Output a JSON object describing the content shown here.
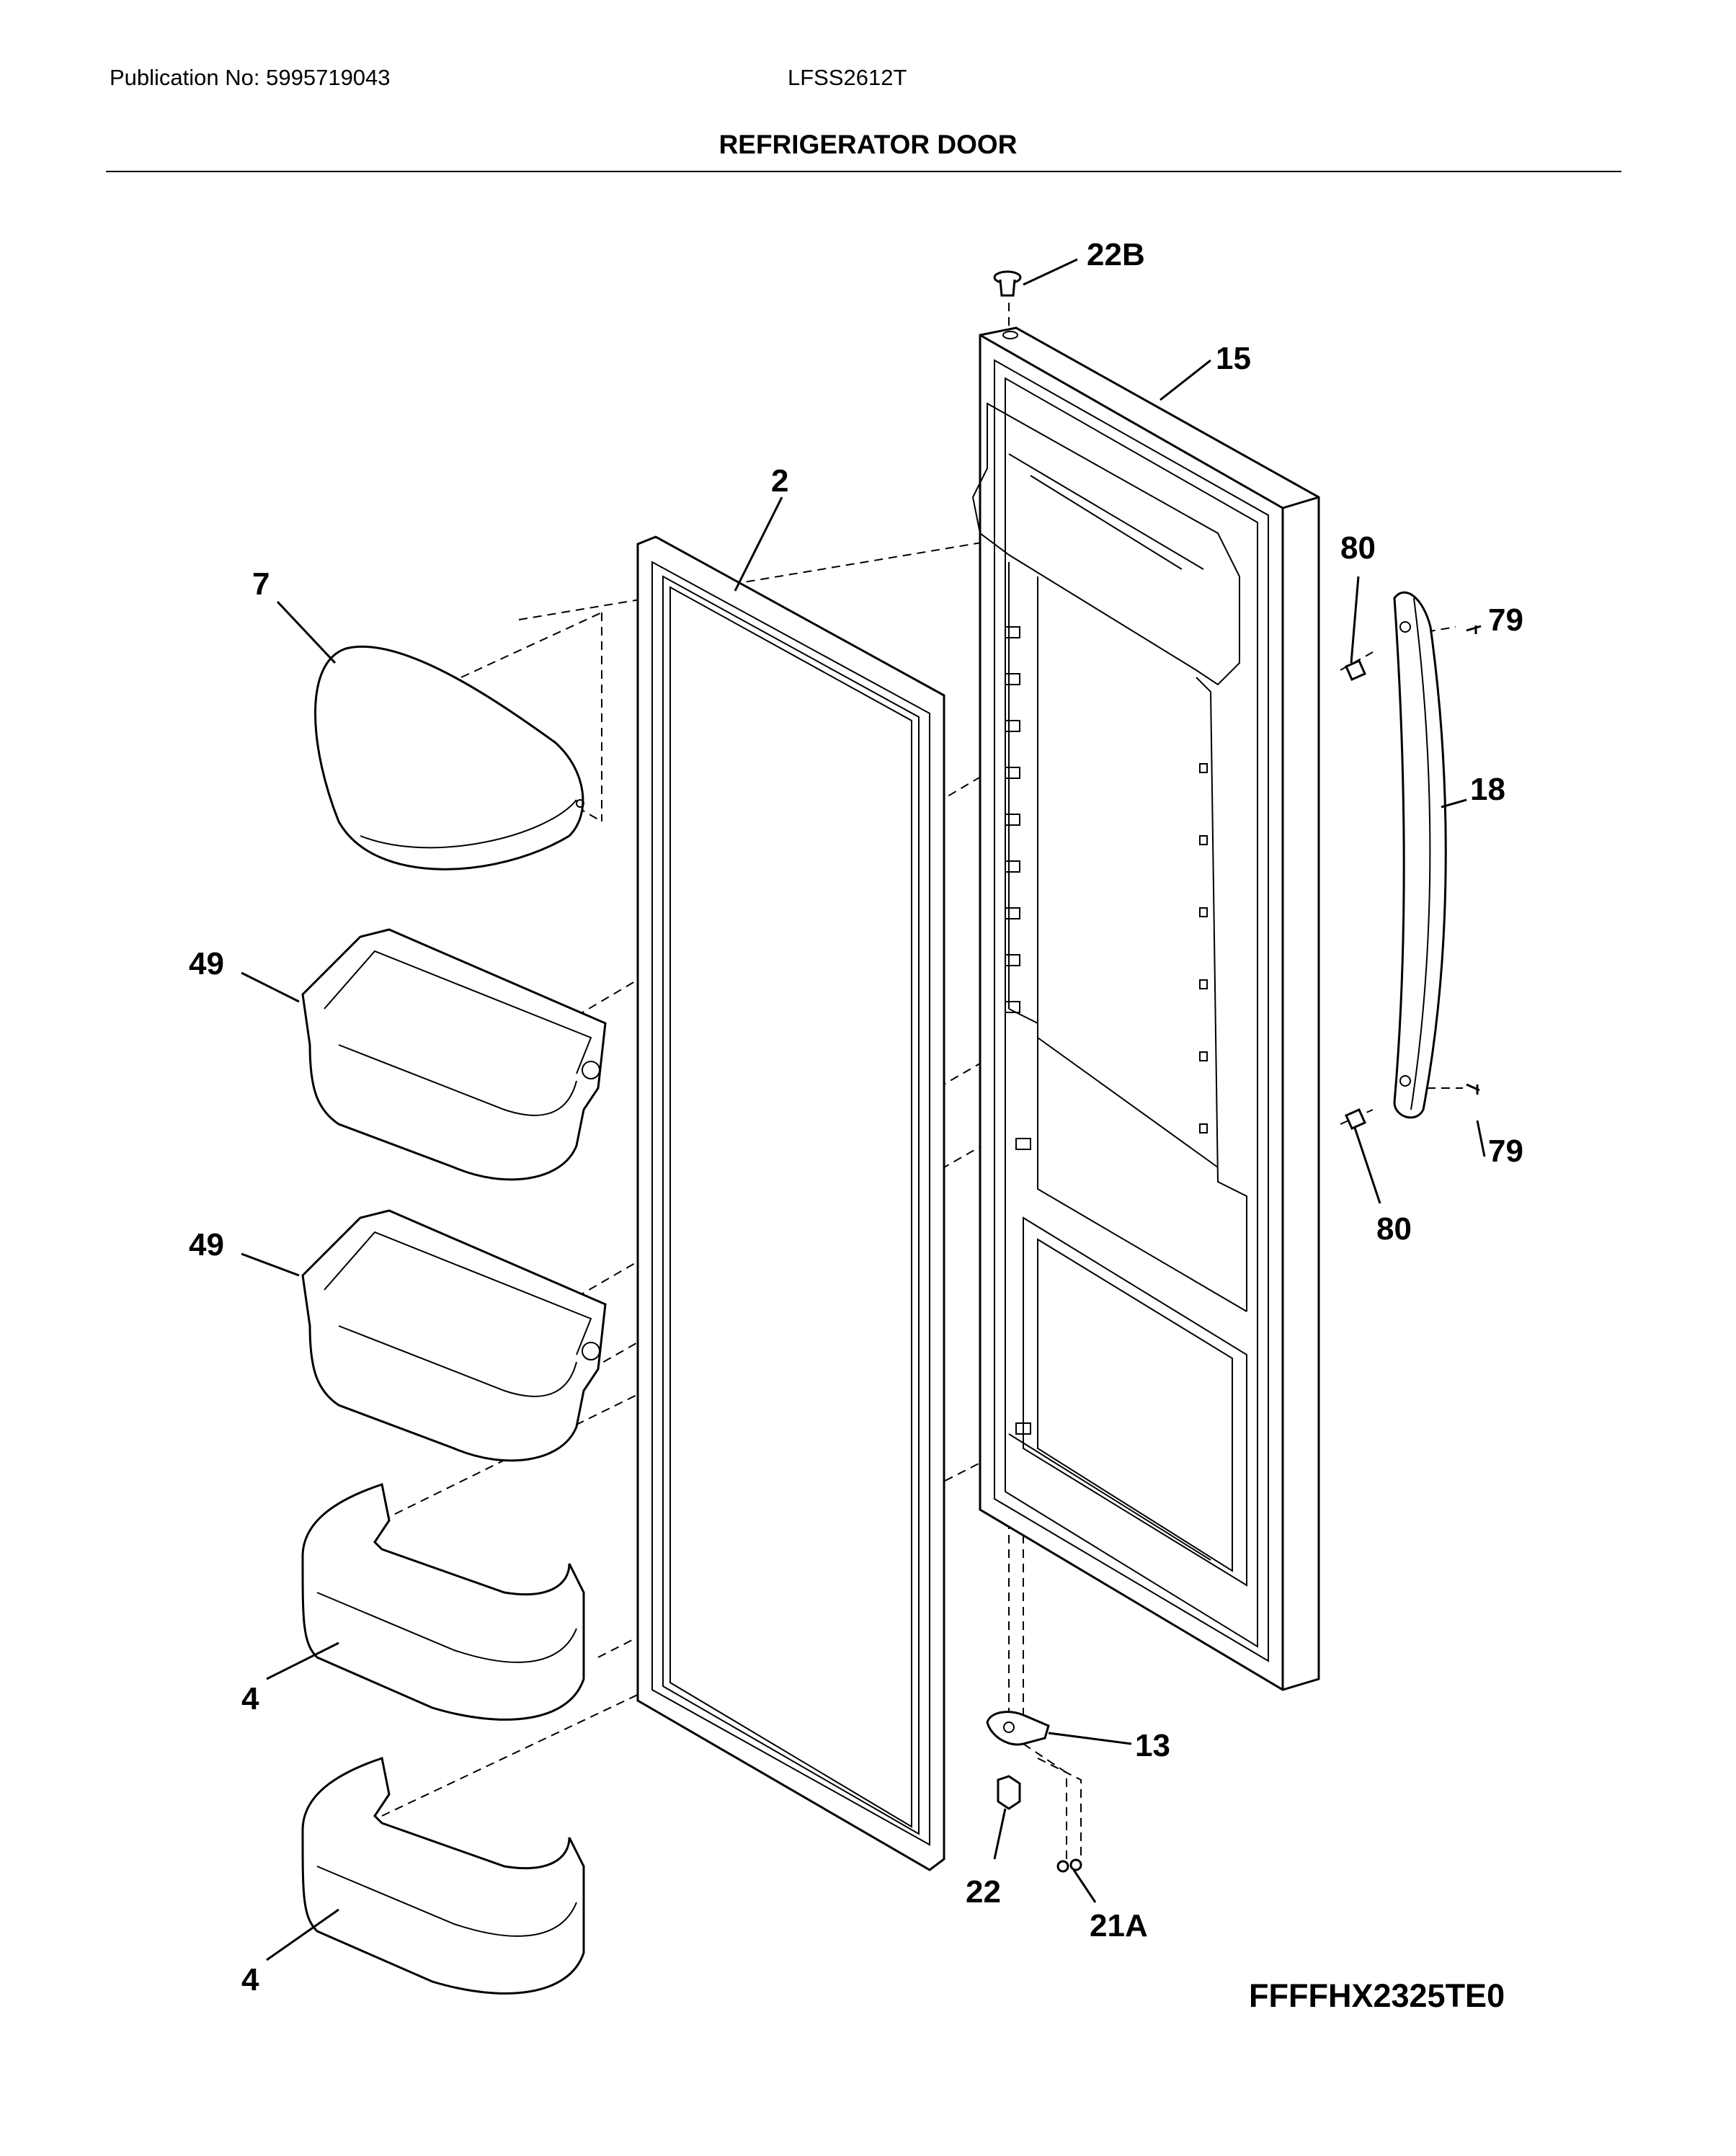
{
  "header": {
    "publication": "Publication No: 5995719043",
    "model": "LFSS2612T",
    "title": "REFRIGERATOR DOOR"
  },
  "diagram_code": "FFFFHX2325TE0",
  "callouts": {
    "c22b": "22B",
    "c15": "15",
    "c2": "2",
    "c7": "7",
    "c80a": "80",
    "c79a": "79",
    "c18": "18",
    "c49a": "49",
    "c49b": "49",
    "c79b": "79",
    "c80b": "80",
    "c4a": "4",
    "c13": "13",
    "c22": "22",
    "c21a": "21A",
    "c4b": "4"
  }
}
